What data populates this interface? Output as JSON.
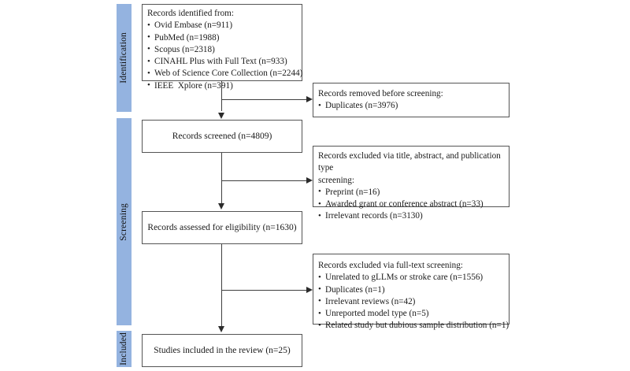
{
  "diagram": {
    "type": "prisma-flow-diagram",
    "accent_color": "#94b3e0",
    "box_border_color": "#555555",
    "connector_color": "#3f3f3f",
    "background_color": "#ffffff"
  },
  "stages": [
    {
      "label": "Identification"
    },
    {
      "label": "Screening"
    },
    {
      "label": "Included"
    }
  ],
  "boxes": {
    "identified": {
      "title": "Records identified from:",
      "items": [
        "Ovid Embase (n=911)",
        "PubMed (n=1988)",
        "Scopus (n=2318)",
        "CINAHL Plus with Full Text (n=933)",
        "Web of Science Core Collection (n=2244)",
        "IEEE  Xplore (n=391)"
      ]
    },
    "removed_before_screening": {
      "title": "Records removed before screening:",
      "items": [
        "Duplicates (n=3976)"
      ]
    },
    "screened": {
      "title": "Records screened (n=4809)"
    },
    "excluded_title_abstract": {
      "title": "Records excluded via title, abstract, and publication type\nscreening:",
      "items": [
        "Preprint (n=16)",
        "Awarded grant or conference abstract (n=33)",
        "Irrelevant records (n=3130)"
      ]
    },
    "assessed_eligibility": {
      "title": "Records assessed for eligibility (n=1630)"
    },
    "excluded_fulltext": {
      "title": "Records excluded via full-text screening:",
      "items": [
        "Unrelated to gLLMs or stroke care (n=1556)",
        "Duplicates (n=1)",
        "Irrelevant reviews (n=42)",
        "Unreported model type (n=5)",
        "Related study but dubious sample distribution (n=1)"
      ]
    },
    "included_studies": {
      "title": "Studies included in the review (n=25)"
    }
  }
}
